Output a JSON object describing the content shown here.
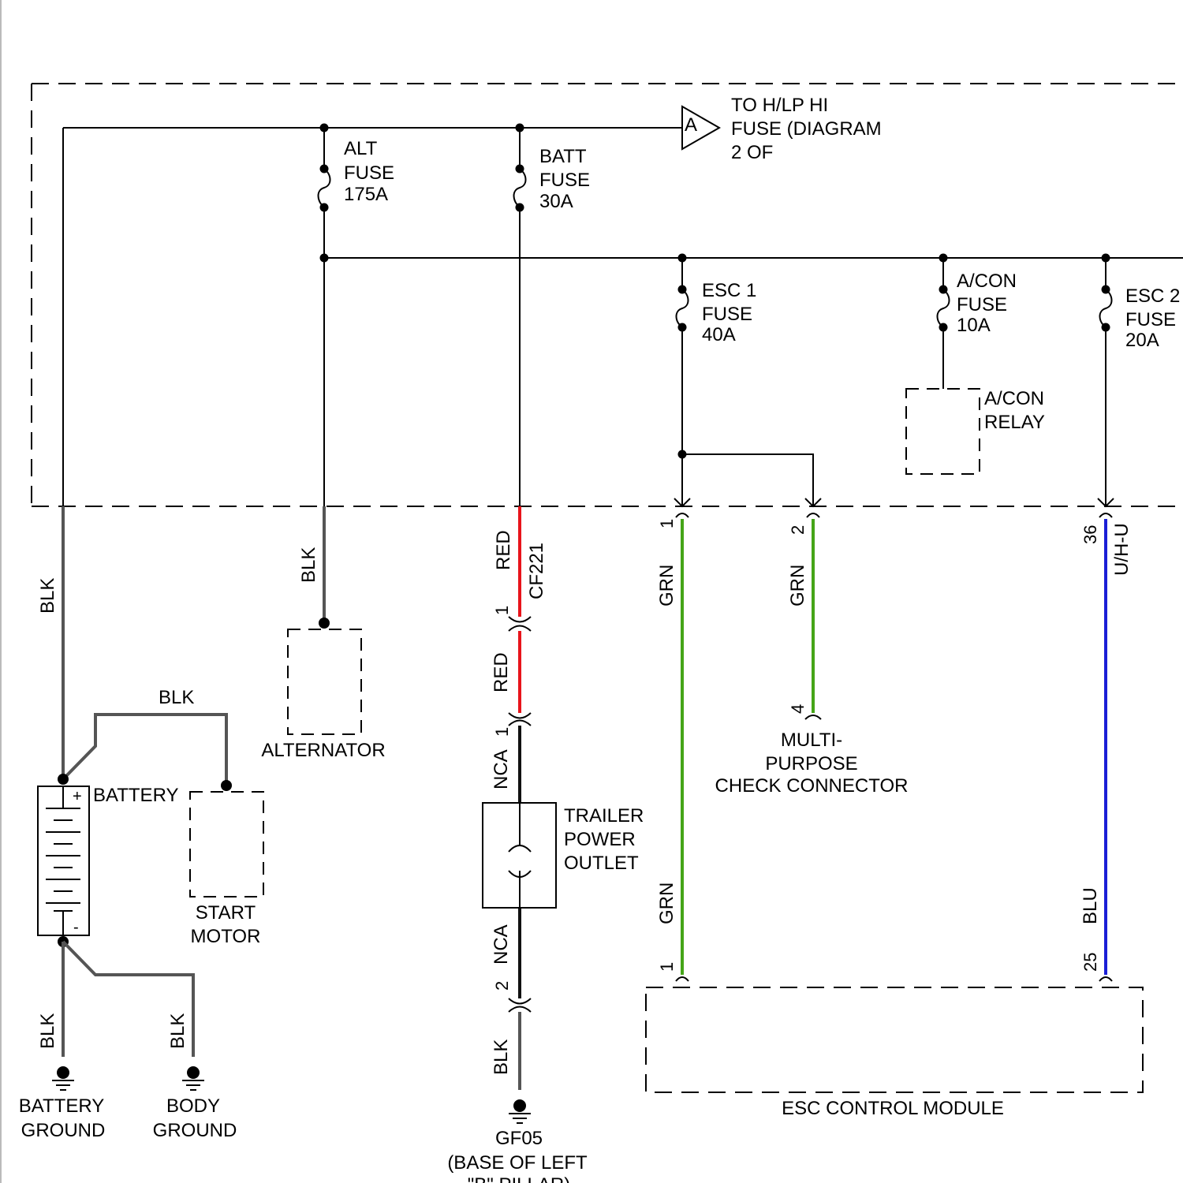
{
  "colors": {
    "grey_wire": "#555555",
    "red_wire": "#e8141b",
    "green_wire": "#45a518",
    "blue_wire": "#1b1fd6",
    "black_wire": "#111111"
  },
  "offpage": {
    "letter": "A",
    "lines": [
      "TO H/LP HI",
      "FUSE (DIAGRAM",
      "2 OF"
    ]
  },
  "fuses": {
    "alt": [
      "ALT",
      "FUSE",
      "175A"
    ],
    "batt": [
      "BATT",
      "FUSE",
      "30A"
    ],
    "esc1": [
      "ESC 1",
      "FUSE",
      "40A"
    ],
    "acon": [
      "A/CON",
      "FUSE",
      "10A"
    ],
    "esc2": [
      "ESC 2",
      "FUSE",
      "20A"
    ]
  },
  "components": {
    "acon_relay": [
      "A/CON",
      "RELAY"
    ],
    "alternator": "ALTERNATOR",
    "battery": "BATTERY",
    "battery_plus": "+",
    "battery_minus": "-",
    "start_motor": [
      "START",
      "MOTOR"
    ],
    "trailer_outlet": [
      "TRAILER",
      "POWER",
      "OUTLET"
    ],
    "check_connector": [
      "MULTI-",
      "PURPOSE",
      "CHECK CONNECTOR"
    ],
    "esc_module": "ESC CONTROL MODULE"
  },
  "grounds": {
    "battery": [
      "BATTERY",
      "GROUND"
    ],
    "body": [
      "BODY",
      "GROUND"
    ],
    "gf05": [
      "GF05",
      "(BASE OF LEFT",
      "\"B\" PILLAR)"
    ]
  },
  "wires": {
    "main_blk": "BLK",
    "alt_blk": "BLK",
    "batt_start_blk": "BLK",
    "gnd_blk_1": "BLK",
    "gnd_blk_2": "BLK",
    "red_1": "RED",
    "connector_cf221": "CF221",
    "red_2": "RED",
    "nca_1": "NCA",
    "nca_2": "NCA",
    "blk_bottom": "BLK",
    "grn_1": "GRN",
    "grn_2": "GRN",
    "grn_3": "GRN",
    "uhu": "U/H-U",
    "blu": "BLU"
  },
  "pins": {
    "red_pin1": "1",
    "nca_pin1": "1",
    "nca_pin2": "2",
    "grn_pin1": "1",
    "grn_pin2": "2",
    "check_pin4": "4",
    "blu_pin36": "36",
    "esc_pin1": "1",
    "esc_pin25": "25"
  }
}
